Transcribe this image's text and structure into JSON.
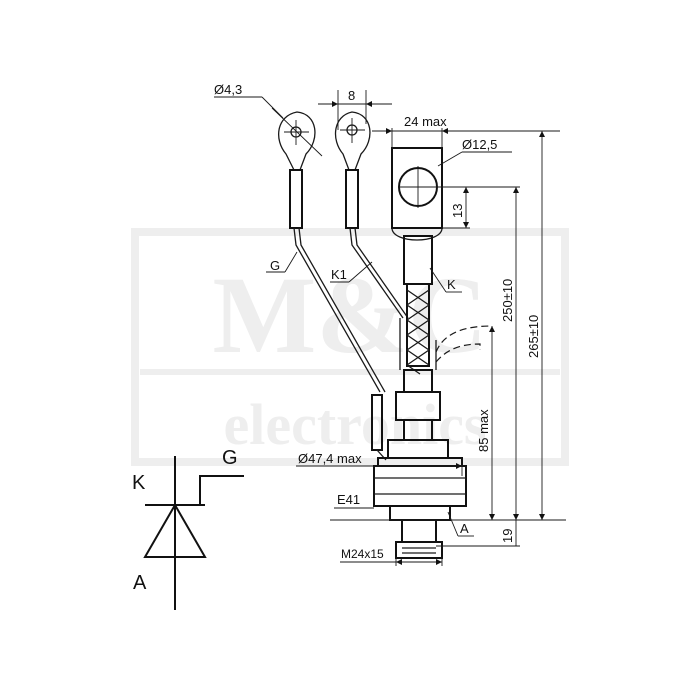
{
  "watermark": {
    "line1": "M&C",
    "line2": "electronics",
    "color": "#eeeeee"
  },
  "dimensions": {
    "hole_dia": "Ø4,3",
    "lug_spacing": "8",
    "width": "24 max",
    "big_hole_dia": "Ø12,5",
    "lug_height": "13",
    "length_1": "250±10",
    "length_2": "265±10",
    "body_height": "85 max",
    "flange_dia": "Ø47,4 max",
    "thread": "M24x15",
    "stud_length": "19"
  },
  "labels": {
    "gate": "G",
    "aux_cathode": "K1",
    "cathode": "K",
    "anode": "A",
    "case": "E41"
  },
  "symbol": {
    "cathode": "K",
    "gate": "G",
    "anode": "A"
  }
}
